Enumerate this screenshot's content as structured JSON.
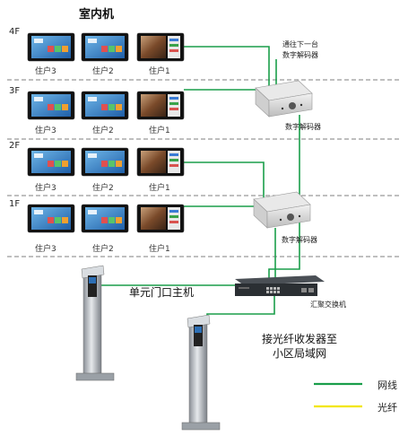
{
  "title": "室内机",
  "floors": [
    "4F",
    "3F",
    "2F",
    "1F"
  ],
  "households": [
    "住户3",
    "住户2",
    "住户1"
  ],
  "labels": {
    "next_decoder": "通往下一台\n数字解码器",
    "decoder_upper": "数字解码器",
    "decoder_lower": "数字解码器",
    "unit_door_main": "单元门口主机",
    "aggregation_switch": "汇聚交换机",
    "fiber_note": "接光纤收发器至\n小区局域网"
  },
  "legend": [
    {
      "label": "网线",
      "color": "#1a9e4a"
    },
    {
      "label": "光纤",
      "color": "#f2e600"
    }
  ],
  "colors": {
    "network_cable": "#1a9e4a",
    "fiber": "#f2e600",
    "separator": "#555555"
  }
}
